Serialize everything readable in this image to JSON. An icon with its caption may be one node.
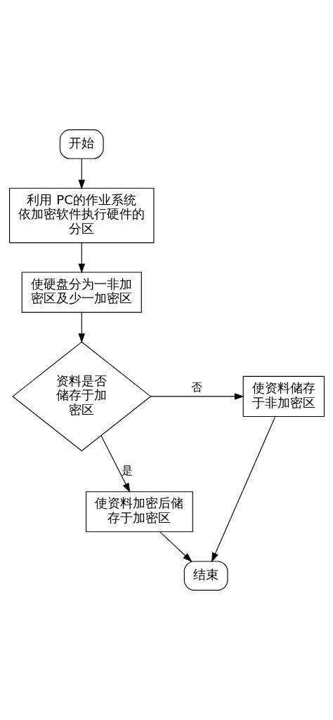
{
  "diagram": {
    "nodes": [
      {
        "text": [
          "开始"
        ]
      },
      {
        "text": [
          "利用 PC的作业系统依加密软件执行硬件的分区"
        ]
      },
      {
        "text": [
          "使硬盘分为一非加密区及少一加密区"
        ]
      },
      {
        "text": [
          "资料是否储存于加密区"
        ]
      },
      {
        "text": [
          "使资料储存于非加密区"
        ]
      },
      {
        "text": [
          "使资料加密后储存于加密区"
        ]
      },
      {
        "text": [
          "结束"
        ]
      }
    ],
    "edges": [
      {
        "from": 0,
        "to": 1,
        "arrow": "to"
      },
      {
        "from": 1,
        "to": 2,
        "arrow": "to"
      },
      {
        "from": 2,
        "to": 3,
        "arrow": "to"
      },
      {
        "from": 3,
        "to": 4,
        "arrow": "to",
        "label": "否"
      },
      {
        "from": 3,
        "to": 5,
        "arrow": "to",
        "label": "是"
      },
      {
        "from": 5,
        "to": 6,
        "arrow": "to"
      },
      {
        "from": 4,
        "to": 6,
        "arrow": "to"
      }
    ]
  }
}
